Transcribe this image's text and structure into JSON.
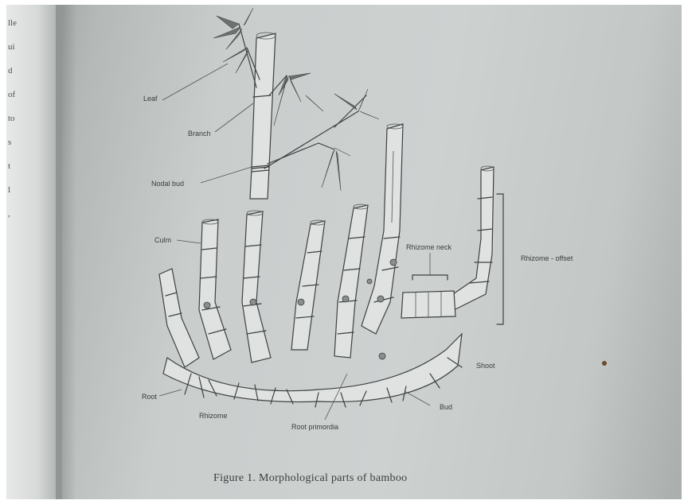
{
  "margin_text": "lle\nui\nd\nof\nto\ns\nt\nl\n,",
  "figure": {
    "caption": "Figure 1. Morphological parts of bamboo",
    "labels": {
      "leaf": "Leaf",
      "branch": "Branch",
      "nodal_bud": "Nodal bud",
      "culm": "Culm",
      "rhizome_neck": "Rhizome neck",
      "rhizome_offset": "Rhizome - offset",
      "shoot": "Shoot",
      "root": "Root",
      "rhizome": "Rhizome",
      "root_primordia": "Root primordia",
      "bud": "Bud"
    }
  }
}
